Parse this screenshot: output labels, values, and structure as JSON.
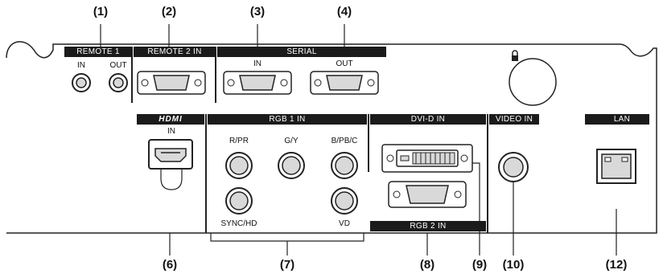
{
  "callouts": {
    "c1": "(1)",
    "c2": "(2)",
    "c3": "(3)",
    "c4": "(4)",
    "c6": "(6)",
    "c7": "(7)",
    "c8": "(8)",
    "c9": "(9)",
    "c10": "(10)",
    "c12": "(12)"
  },
  "top_row": {
    "remote1": {
      "title": "REMOTE 1",
      "in": "IN",
      "out": "OUT"
    },
    "remote2": {
      "title": "REMOTE 2 IN"
    },
    "serial": {
      "title": "SERIAL",
      "in": "IN",
      "out": "OUT"
    }
  },
  "bottom_row": {
    "hdmi": {
      "title": "HDMI",
      "in": "IN"
    },
    "rgb1": {
      "title": "RGB 1 IN",
      "r": "R/PR",
      "g": "G/Y",
      "b": "B/PB/C",
      "sync": "SYNC/HD",
      "vd": "VD"
    },
    "dvi": {
      "title": "DVI-D IN"
    },
    "rgb2": {
      "title": "RGB 2 IN"
    },
    "video": {
      "title": "VIDEO IN"
    },
    "lan": {
      "title": "LAN"
    }
  },
  "icons": [
    "kensington-lock-icon",
    "network-icon"
  ],
  "colors": {
    "ink": "#1b1b1b",
    "panel_fill": "#ffffff",
    "port_fill": "#d9d9d9"
  }
}
